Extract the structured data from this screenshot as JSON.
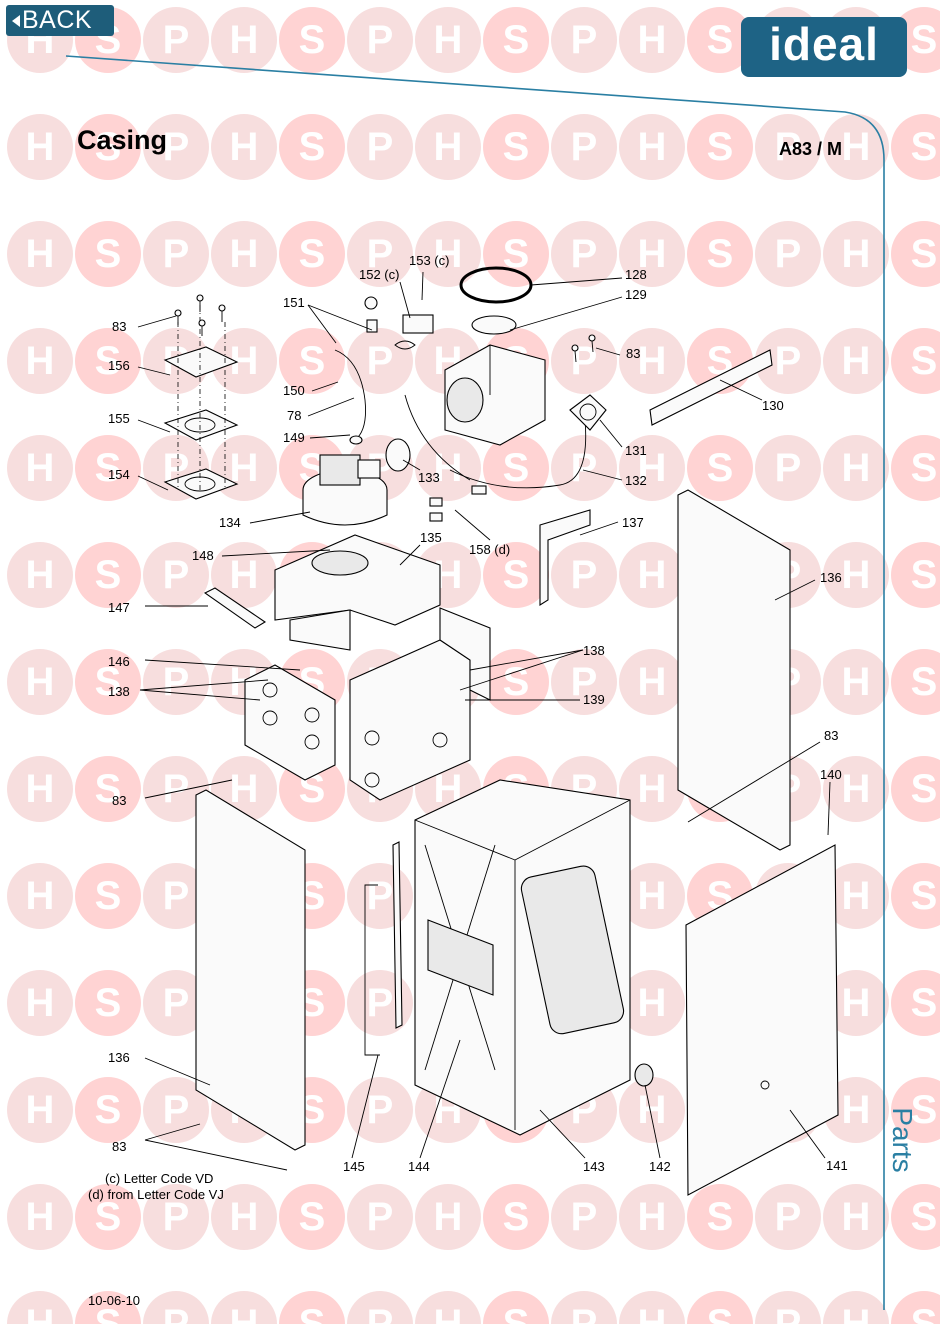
{
  "nav": {
    "back_label": "BACK"
  },
  "brand": {
    "logo_text": "ideal",
    "color": "#1e6385"
  },
  "page": {
    "title": "Casing",
    "model": "A83 / M",
    "side_label": "Parts",
    "date": "10-06-10"
  },
  "notes": [
    "(c) Letter Code  VD",
    "(d) from  Letter Code  VJ"
  ],
  "watermark": {
    "letters": [
      "H",
      "S",
      "P"
    ],
    "colors": [
      "#f7dede",
      "#ffd3d3",
      "#f7dede"
    ]
  },
  "callouts": [
    "83",
    "156",
    "155",
    "154",
    "134",
    "151",
    "150",
    "78",
    "149",
    "152 (c)",
    "153 (c)",
    "128",
    "129",
    "83",
    "130",
    "131",
    "132",
    "133",
    "158 (d)",
    "137",
    "148",
    "135",
    "147",
    "146",
    "138",
    "138",
    "139",
    "136",
    "83",
    "83",
    "140",
    "136",
    "83",
    "145",
    "144",
    "143",
    "142",
    "141"
  ]
}
